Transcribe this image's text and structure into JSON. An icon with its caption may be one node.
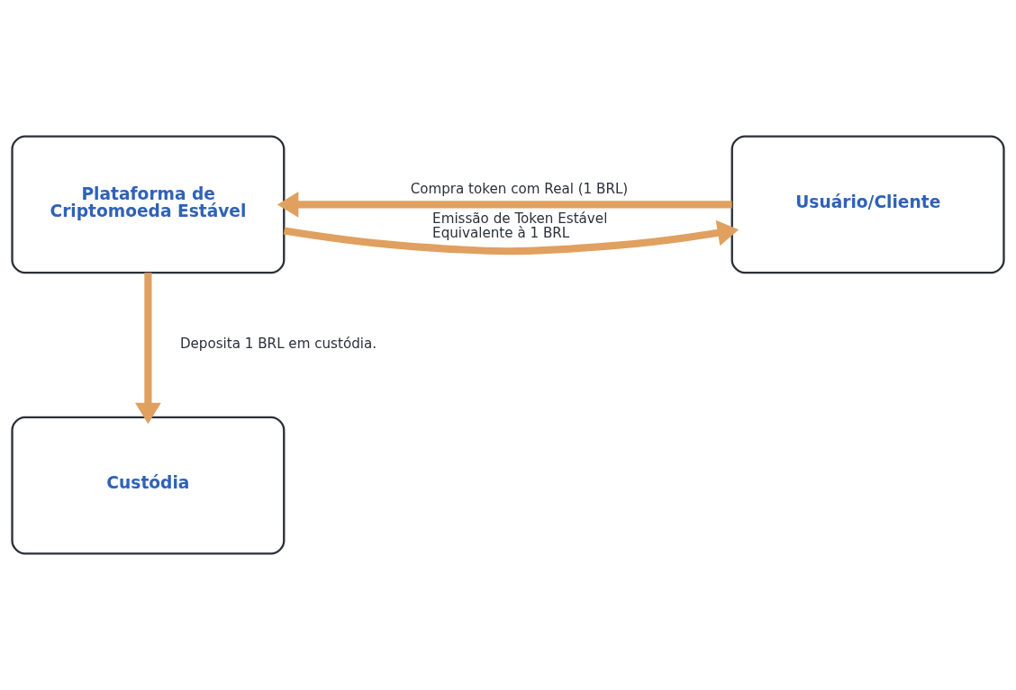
{
  "diagram": {
    "nodes": [
      {
        "text": [
          "Plataforma de Criptomoeda Estável"
        ]
      },
      {
        "text": [
          "Usuário/Cliente"
        ]
      },
      {
        "text": [
          "Custódia"
        ]
      }
    ],
    "edges": [
      {
        "from": 1,
        "to": 0,
        "arrow": "to",
        "label": "Compra token com Real (1 BRL)"
      },
      {
        "from": 0,
        "to": 1,
        "arrow": "to",
        "label": "Emissão de Token Estável Equivalente à 1 BRL"
      },
      {
        "from": 0,
        "to": 2,
        "arrow": "to",
        "label": "Deposita 1 BRL em custódia."
      }
    ]
  }
}
